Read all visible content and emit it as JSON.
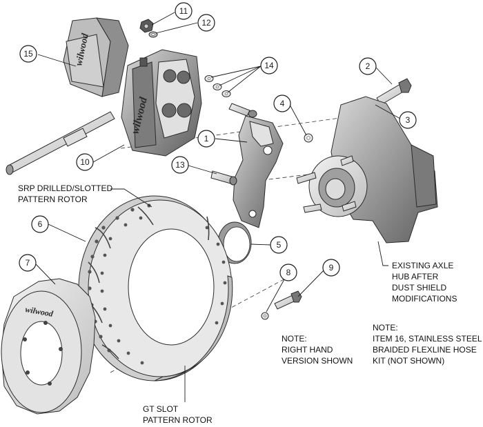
{
  "callouts": [
    "1",
    "2",
    "3",
    "4",
    "5",
    "6",
    "7",
    "8",
    "9",
    "10",
    "11",
    "12",
    "13",
    "14",
    "15"
  ],
  "labels": {
    "srp_line1": "SRP DRILLED/SLOTTED",
    "srp_line2": "PATTERN ROTOR",
    "gt_line1": "GT SLOT",
    "gt_line2": "PATTERN ROTOR",
    "axle_line1": "EXISTING AXLE",
    "axle_line2": "HUB AFTER",
    "axle_line3": "DUST SHIELD",
    "axle_line4": "MODIFICATIONS"
  },
  "notes": {
    "left_title": "NOTE:",
    "left_line1": "RIGHT HAND",
    "left_line2": "VERSION SHOWN",
    "right_title": "NOTE:",
    "right_line1": "ITEM 16, STAINLESS STEEL",
    "right_line2": "BRAIDED FLEXLINE HOSE",
    "right_line3": "KIT (NOT SHOWN)"
  },
  "brand": "wilwood",
  "colors": {
    "line": "#1a1a1a",
    "part_dark": "#6e6e6e",
    "part_mid": "#a8a8a8",
    "part_light": "#d6d6d6",
    "background": "#ffffff"
  }
}
